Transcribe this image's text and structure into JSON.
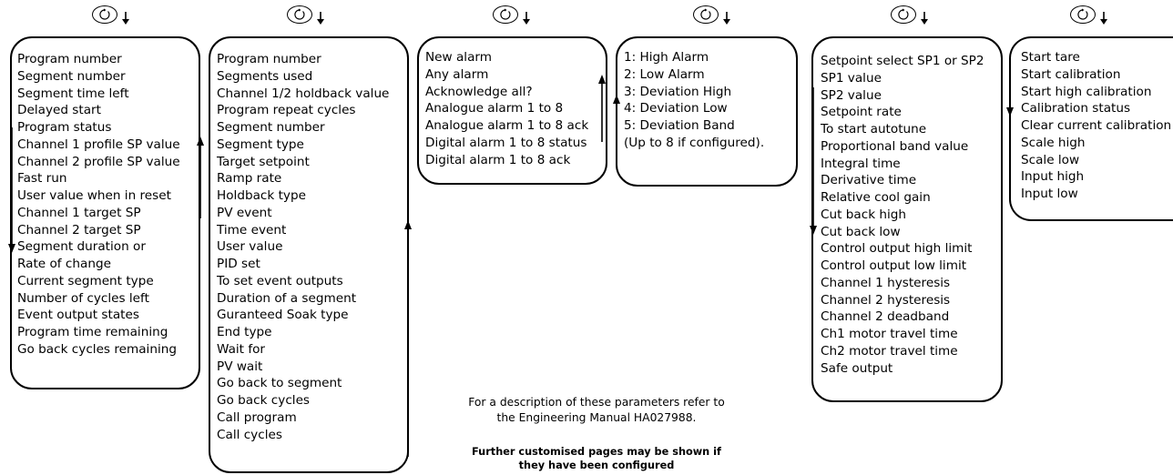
{
  "columns": [
    {
      "items": [
        "Program number",
        "Segment number",
        "Segment time left",
        "Delayed start",
        "Program status",
        "Channel 1 profile SP value",
        "Channel 2 profile SP value",
        "Fast run",
        "User value when in reset",
        "Channel 1 target SP",
        "Channel 2 target SP",
        "Segment duration or",
        "Rate of change",
        "Current segment type",
        "Number of cycles left",
        "Event output states",
        "Program time remaining",
        "Go back cycles remaining"
      ]
    },
    {
      "items": [
        "Program number",
        "Segments used",
        "Channel 1/2 holdback value",
        "Program repeat cycles",
        "Segment number",
        "Segment type",
        "Target setpoint",
        "Ramp rate",
        "Holdback type",
        "PV event",
        "Time event",
        "User value",
        "PID set",
        "To set event outputs",
        "Duration of a segment",
        "Guranteed Soak type",
        "End type",
        "Wait for",
        "PV wait",
        "Go back to segment",
        "Go back cycles",
        "Call program",
        "Call cycles"
      ]
    },
    {
      "items": [
        "New alarm",
        "Any alarm",
        "Acknowledge all?",
        "Analogue alarm 1 to 8",
        "Analogue alarm 1 to 8 ack",
        "Digital alarm 1 to 8 status",
        "Digital alarm 1 to 8 ack"
      ]
    },
    {
      "items": [
        "1: High Alarm",
        "2: Low Alarm",
        "3: Deviation High",
        "4: Deviation Low",
        "5: Deviation Band",
        "(Up to 8 if configured)."
      ]
    },
    {
      "items": [
        "Setpoint select SP1 or SP2",
        "SP1 value",
        "SP2 value",
        "Setpoint rate",
        "To start autotune",
        "Proportional band value",
        "Integral time",
        "Derivative time",
        "Relative cool gain",
        "Cut back high",
        "Cut back low",
        "Control output high limit",
        "Control output low limit",
        "Channel 1 hysteresis",
        "Channel 2 hysteresis",
        "Channel 2 deadband",
        "Ch1 motor travel time",
        "Ch2 motor travel time",
        "Safe output"
      ]
    },
    {
      "items": [
        "Start tare",
        "Start calibration",
        "Start high calibration",
        "Calibration status",
        "Clear current calibration",
        "Scale high",
        "Scale low",
        "Input high",
        "Input low"
      ]
    }
  ],
  "notes": {
    "description": [
      "For a description of these parameters refer to",
      "the Engineering Manual HA027988."
    ],
    "custom": [
      "Further customised pages may be shown if",
      "they have been configured"
    ]
  },
  "icons": {
    "header_cycle": "cycle-button-icon",
    "header_down": "down-arrow-icon",
    "up": "up-arrow-icon",
    "down": "down-arrow-icon"
  }
}
